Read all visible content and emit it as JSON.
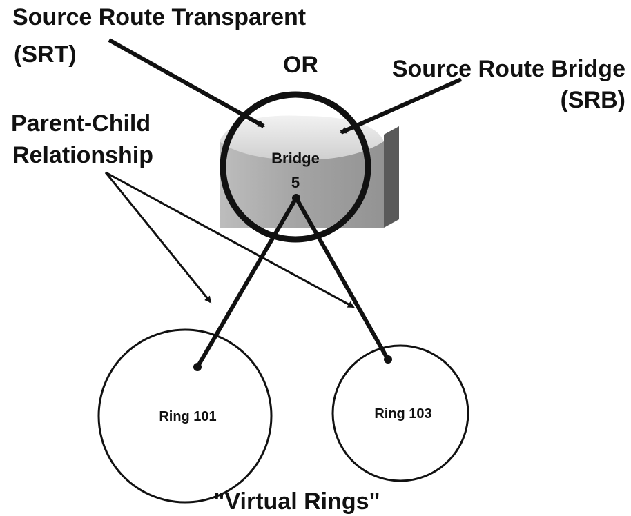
{
  "labels": {
    "srt_line1": "Source Route Transparent",
    "srt_line2": "(SRT)",
    "or": "OR",
    "srb_line1": "Source Route Bridge",
    "srb_line2": "(SRB)",
    "parent_child_line1": "Parent-Child",
    "parent_child_line2": "Relationship",
    "bridge_name": "Bridge",
    "bridge_number": "5",
    "ring_left": "Ring 101",
    "ring_right": "Ring 103",
    "virtual_rings": "\"Virtual Rings\""
  },
  "colors": {
    "ink": "#111111",
    "bridge_side": "#5a5a5a",
    "bridge_body": "#a9a9a9",
    "bridge_top": "#dedede",
    "background": "#ffffff"
  }
}
